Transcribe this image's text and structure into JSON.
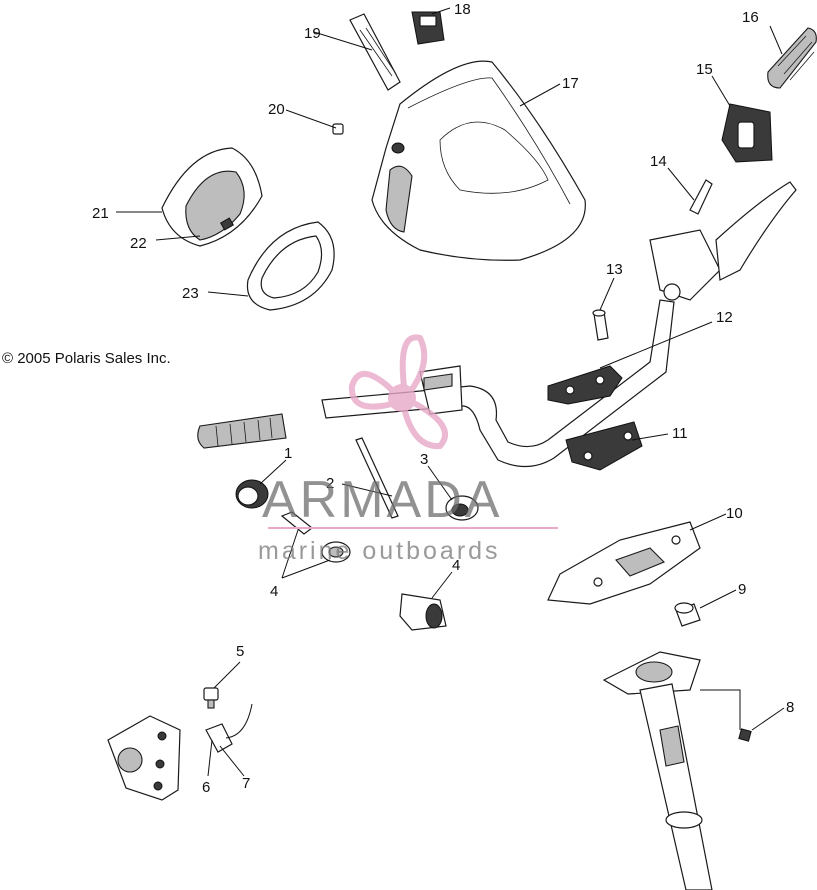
{
  "copyright": "© 2005 Polaris Sales Inc.",
  "watermark": {
    "title": "ARMADA",
    "subtitle": "marine outboards",
    "accent_color": "#e8a8c8"
  },
  "callouts": [
    "1",
    "2",
    "3",
    "4",
    "4",
    "5",
    "6",
    "7",
    "8",
    "9",
    "10",
    "11",
    "12",
    "13",
    "14",
    "15",
    "16",
    "17",
    "18",
    "19",
    "20",
    "21",
    "22",
    "23"
  ]
}
